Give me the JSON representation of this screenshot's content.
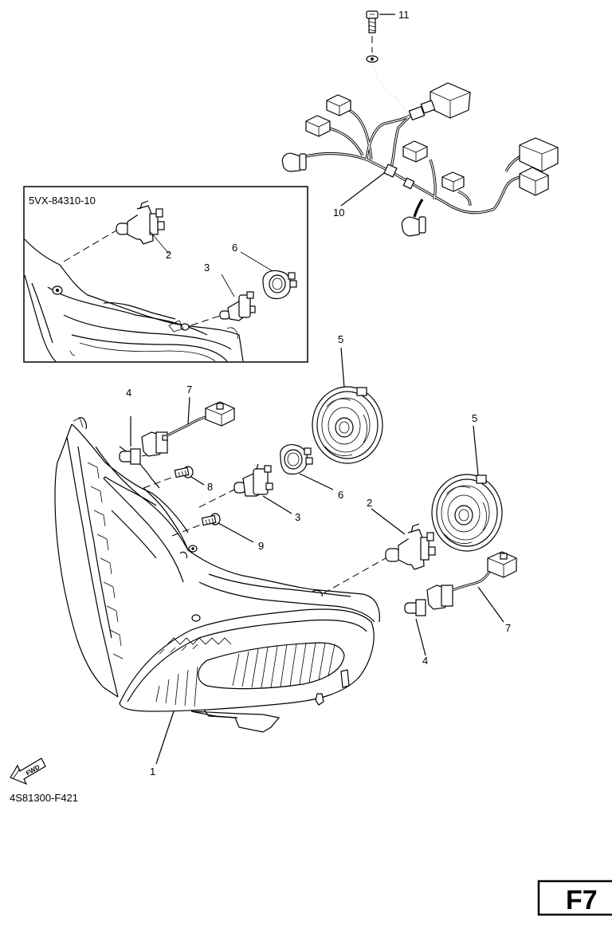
{
  "callouts": {
    "c1": "1",
    "c2a": "2",
    "c2b": "2",
    "c3a": "3",
    "c3b": "3",
    "c4a": "4",
    "c4b": "4",
    "c5a": "5",
    "c5b": "5",
    "c6a": "6",
    "c6b": "6",
    "c7a": "7",
    "c7b": "7",
    "c8": "8",
    "c9": "9",
    "c10": "10",
    "c11": "11"
  },
  "inset_label": "5VX-84310-10",
  "fwd_label": "FWD",
  "figure_code": "4S81300-F421",
  "page_tab": "F7"
}
